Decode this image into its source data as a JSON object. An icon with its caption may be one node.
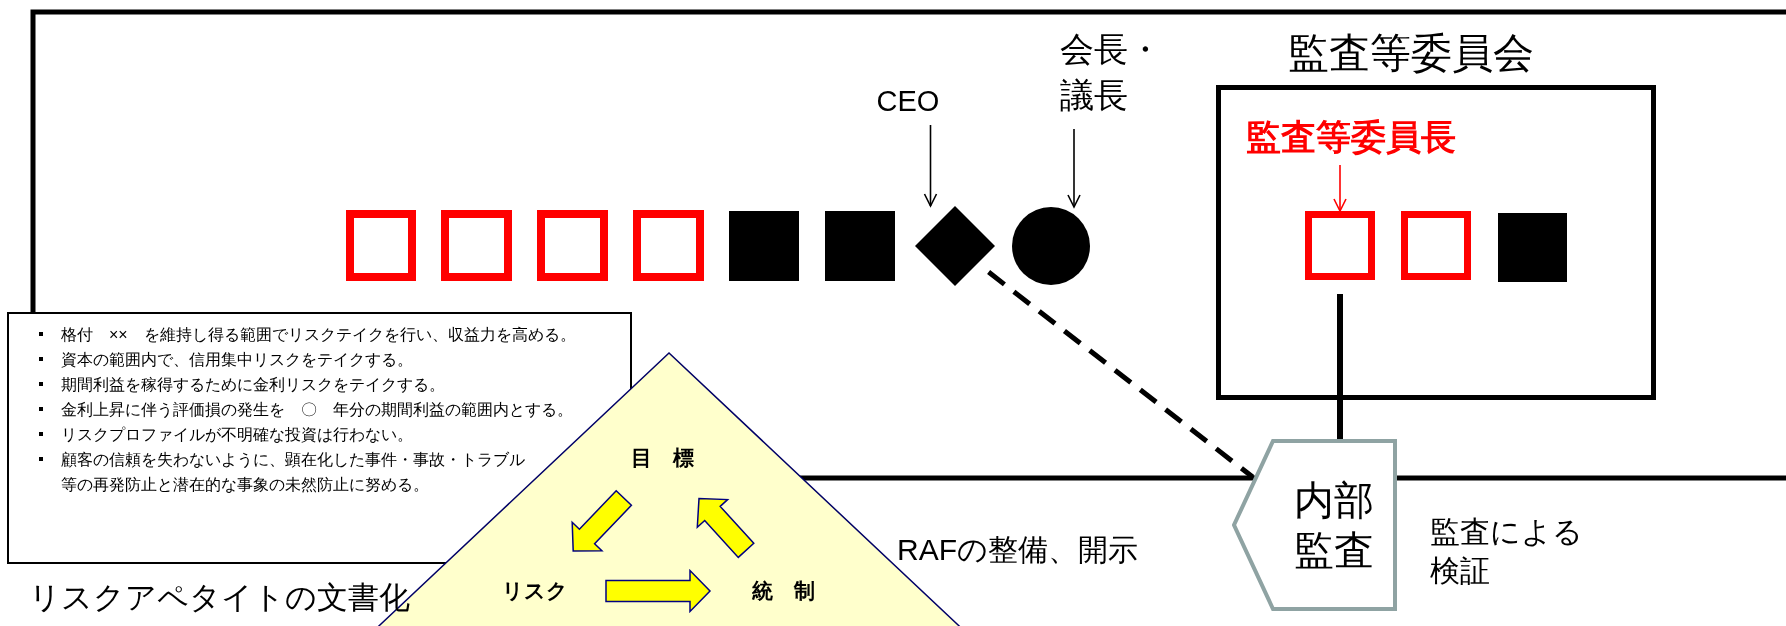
{
  "diagram": {
    "nodes": [
      {
        "text": [
          "格付　××　を維持し得る範囲でリスクテイクを行い、収益力を高める。",
          "資本の範囲内で、信用集中リスクをテイクする。",
          "期間利益を稼得するために金利リスクをテイクする。",
          "金利上昇に伴う評価損の発生を　〇　年分の期間利益の範囲内とする。",
          "リスクプロファイルが不明確な投資は行わない。",
          "顧客の信頼を失わないように、顕在化した事件・事故・トラブル等の再発防止と潜在的な事象の未然防止に努める。"
        ],
        "beside": [
          "リスクアペタイトの文書化"
        ]
      },
      {
        "text": [],
        "shape": "triangle"
      },
      {
        "text": [
          "目　標"
        ],
        "in": 1
      },
      {
        "text": [
          "リスク"
        ],
        "in": 1
      },
      {
        "text": [
          "統　制"
        ],
        "in": 1
      },
      {
        "text": [],
        "shape": "box"
      },
      {
        "text": [],
        "shape": "box"
      },
      {
        "text": [],
        "shape": "box"
      },
      {
        "text": [],
        "shape": "box"
      },
      {
        "text": [],
        "shape": "box"
      },
      {
        "text": [],
        "shape": "box"
      },
      {
        "text": [],
        "shape": "diamond"
      },
      {
        "text": [],
        "shape": "circle"
      },
      {
        "text": [
          "CEO"
        ]
      },
      {
        "text": [
          "会長・議長"
        ]
      },
      {
        "text": [
          "監査等委員会"
        ]
      },
      {
        "text": [
          "監査等委員長"
        ],
        "in": 15
      },
      {
        "text": [],
        "shape": "box",
        "in": 15
      },
      {
        "text": [],
        "shape": "box",
        "in": 15
      },
      {
        "text": [],
        "shape": "box",
        "in": 15
      },
      {
        "text": [
          "内部監査"
        ],
        "beside": [
          "監査による検証"
        ]
      }
    ],
    "edges": [
      {
        "from": 13,
        "to": 11,
        "arrow": "to"
      },
      {
        "from": 14,
        "to": 12,
        "arrow": "to"
      },
      {
        "from": 16,
        "to": 17,
        "arrow": "to",
        "color": "#ff0000"
      },
      {
        "from": 11,
        "to": 20,
        "arrow": "none",
        "style": "dashed"
      },
      {
        "from": 17,
        "to": 20,
        "arrow": "none",
        "style": "thick"
      },
      {
        "from": 2,
        "to": 3,
        "arrow": "to",
        "style": "thick",
        "color": "#ffff00"
      },
      {
        "from": 4,
        "to": 2,
        "arrow": "to",
        "style": "thick",
        "color": "#ffff00"
      },
      {
        "from": 3,
        "to": 4,
        "arrow": "to",
        "style": "thick",
        "color": "#ffff00"
      }
    ],
    "labels": [
      "RAFの整備、開示"
    ]
  }
}
